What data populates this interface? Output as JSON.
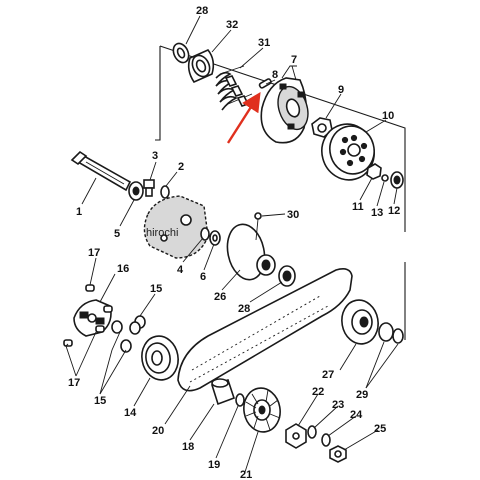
{
  "watermark": "hirochi",
  "callouts": {
    "c1": "1",
    "c2": "2",
    "c3": "3",
    "c4": "4",
    "c5": "5",
    "c6": "6",
    "c7": "7",
    "c8": "8",
    "c9": "9",
    "c10": "10",
    "c11": "11",
    "c12": "12",
    "c13": "13",
    "c14": "14",
    "c15a": "15",
    "c15b": "15",
    "c16": "16",
    "c17a": "17",
    "c17b": "17",
    "c18": "18",
    "c19": "19",
    "c20": "20",
    "c21": "21",
    "c22": "22",
    "c23": "23",
    "c24": "24",
    "c25": "25",
    "c26": "26",
    "c27": "27",
    "c28": "28",
    "c29": "29",
    "c30": "30",
    "c31": "31",
    "c32": "32"
  },
  "colors": {
    "line": "#1a1a1a",
    "highlight_arrow": "#e0301e",
    "background": "#ffffff"
  }
}
